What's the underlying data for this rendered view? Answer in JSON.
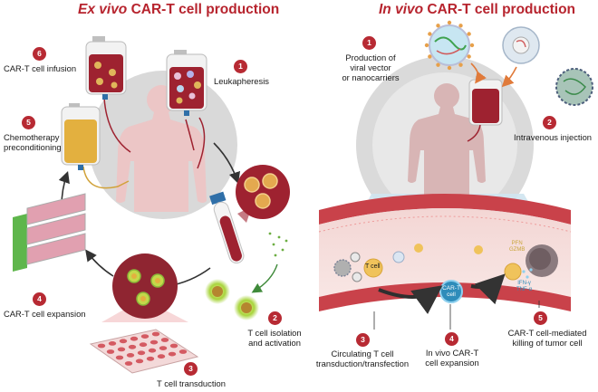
{
  "titles": {
    "left_italic": "Ex vivo",
    "left_rest": " CAR-T cell production",
    "right_italic": "In vivo",
    "right_rest": " CAR-T cell production"
  },
  "ex_vivo_steps": [
    {
      "num": "1",
      "label": "Leukapheresis"
    },
    {
      "num": "2",
      "label_line1": "T cell isolation",
      "label_line2": "and activation"
    },
    {
      "num": "3",
      "label": "T cell transduction"
    },
    {
      "num": "4",
      "label": "CAR-T cell expansion"
    },
    {
      "num": "5",
      "label_line1": "Chemotherapy",
      "label_line2": "preconditioning"
    },
    {
      "num": "6",
      "label": "CAR-T cell infusion"
    }
  ],
  "in_vivo_steps": [
    {
      "num": "1",
      "label_line1": "Production of",
      "label_line2": "viral vector",
      "label_line3": "or nanocarriers"
    },
    {
      "num": "2",
      "label": "Intravenous injection"
    },
    {
      "num": "3",
      "label_line1": "Circulating T cell",
      "label_line2": "transduction/transfection"
    },
    {
      "num": "4",
      "label_line1": "In vivo CAR-T",
      "label_line2": "cell expansion"
    },
    {
      "num": "5",
      "label_line1": "CAR-T cell-mediated",
      "label_line2": "killing of tumor cell"
    }
  ],
  "vessel_labels": {
    "t_cell": "T cell",
    "cart_cell_1": "CAR-T",
    "cart_cell_2": "cell",
    "perforin": "PFN",
    "granzyme": "GZMB",
    "ifn": "IFN-γ",
    "tnf": "TNF-α"
  },
  "colors": {
    "title_red": "#b7242e",
    "badge_red": "#b72a33",
    "blood_bag": "#9e2230",
    "chemo_bag": "#e3b03f",
    "vessel_wall": "#d25a5a",
    "body": "#ecc6c6"
  }
}
